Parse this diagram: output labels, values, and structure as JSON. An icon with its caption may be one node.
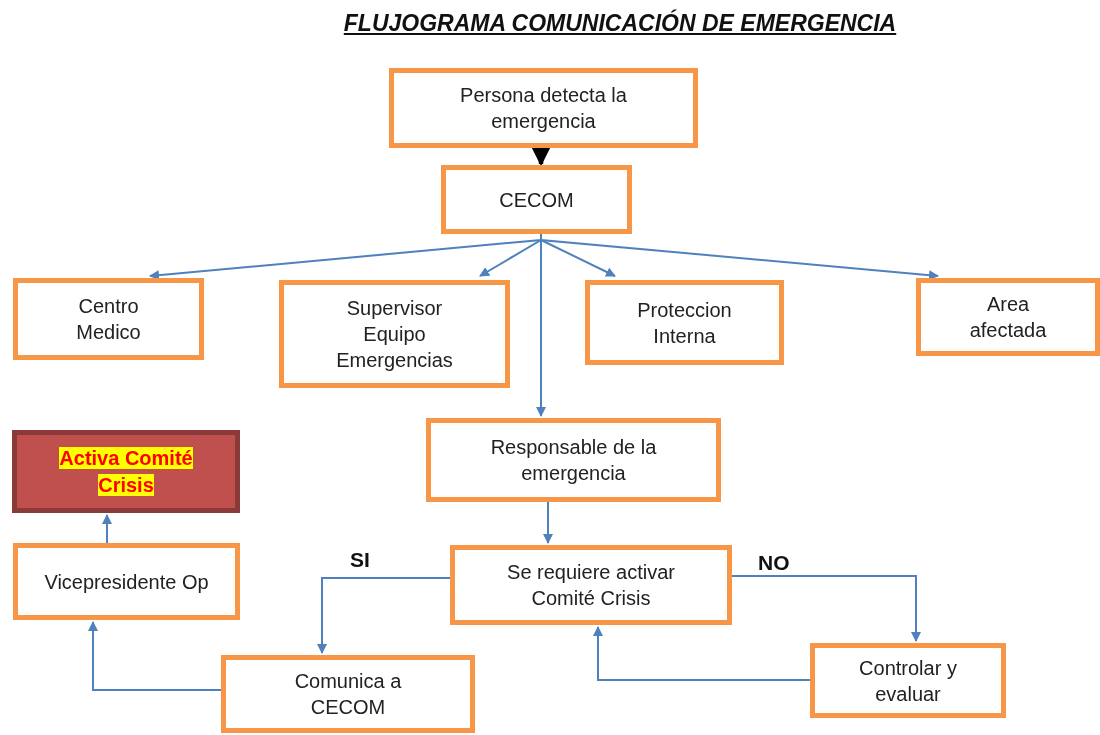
{
  "diagram": {
    "title": "FLUJOGRAMA COMUNICACIÓN DE EMERGENCIA",
    "nodes": [
      {
        "text": [
          "Persona detecta la emergencia"
        ]
      },
      {
        "text": [
          "CECOM"
        ]
      },
      {
        "text": [
          "Centro Medico"
        ]
      },
      {
        "text": [
          "Supervisor Equipo Emergencias"
        ]
      },
      {
        "text": [
          "Proteccion Interna"
        ]
      },
      {
        "text": [
          "Area afectada"
        ]
      },
      {
        "text": [
          "Responsable de la emergencia"
        ]
      },
      {
        "text": [
          "Activa Comité Crisis"
        ]
      },
      {
        "text": [
          "Vicepresidente Op"
        ]
      },
      {
        "text": [
          "Se requiere activar Comité Crisis"
        ]
      },
      {
        "text": [
          "Comunica a CECOM"
        ]
      },
      {
        "text": [
          "Controlar y evaluar"
        ]
      }
    ],
    "edges": [
      {
        "from": 0,
        "to": 1,
        "arrow": "to",
        "style": "thick",
        "color": "#000000"
      },
      {
        "from": 1,
        "to": 2,
        "arrow": "to"
      },
      {
        "from": 1,
        "to": 3,
        "arrow": "to"
      },
      {
        "from": 1,
        "to": 4,
        "arrow": "to"
      },
      {
        "from": 1,
        "to": 5,
        "arrow": "to"
      },
      {
        "from": 1,
        "to": 6,
        "arrow": "to"
      },
      {
        "from": 6,
        "to": 9,
        "arrow": "to"
      },
      {
        "from": 9,
        "to": 10,
        "arrow": "to",
        "label": "SI"
      },
      {
        "from": 9,
        "to": 11,
        "arrow": "to",
        "label": "NO"
      },
      {
        "from": 11,
        "to": 9,
        "arrow": "to"
      },
      {
        "from": 10,
        "to": 8,
        "arrow": "to"
      },
      {
        "from": 8,
        "to": 7,
        "arrow": "to"
      }
    ]
  }
}
